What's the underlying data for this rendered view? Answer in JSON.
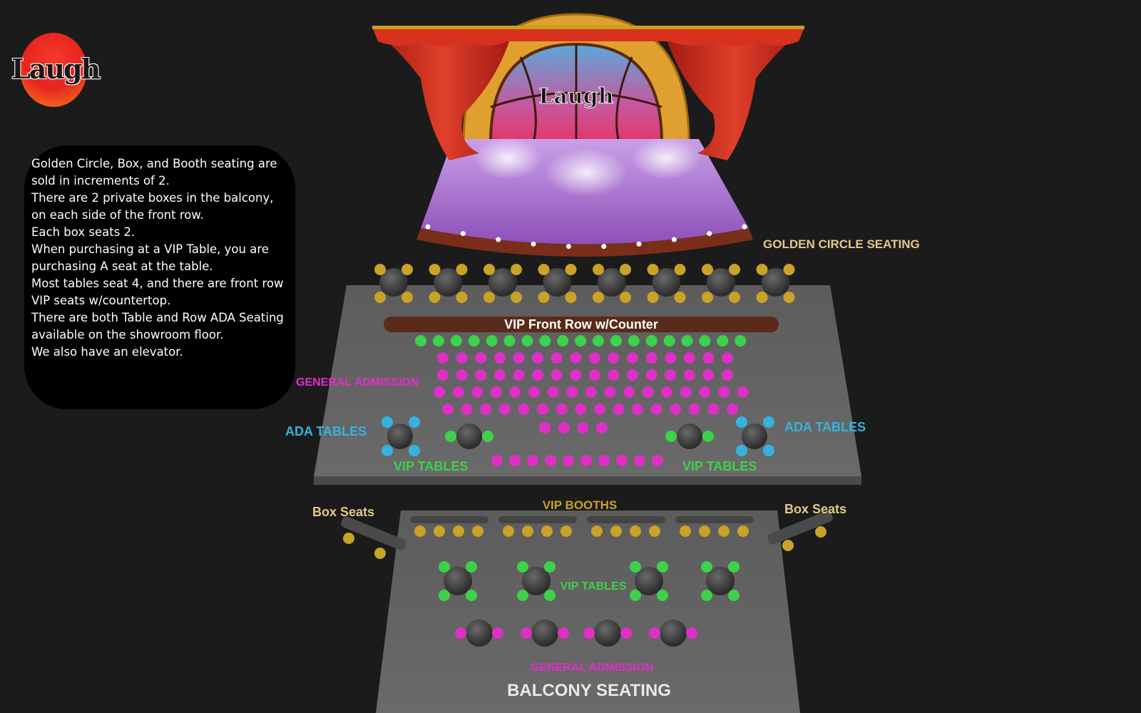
{
  "logo": {
    "text": "Laugh"
  },
  "stage_logo": {
    "text": "Laugh"
  },
  "info": {
    "lines": [
      " Golden Circle, Box, and Booth seating are sold in increments of 2.",
      "There are 2 private boxes in the balcony, on each side of the front row.",
      "Each box seats 2.",
      "When purchasing at a VIP Table, you are purchasing A seat at the table.",
      "Most tables seat 4, and there are front row VIP seats w/countertop.",
      "There are both Table and Row ADA Seating available on the showroom floor.",
      "We also have an elevator."
    ]
  },
  "labels": {
    "golden_circle": "GOLDEN CIRCLE SEATING",
    "vip_front_row": "VIP Front Row w/Counter",
    "general_admission": "GENERAL ADMISSION",
    "ada_tables_left": "ADA TABLES",
    "ada_tables_right": "ADA TABLES",
    "vip_tables_left": "VIP TABLES",
    "vip_tables_right": "VIP TABLES",
    "box_seats_left": "Box Seats",
    "box_seats_right": "Box Seats",
    "vip_booths": "VIP BOOTHS",
    "balcony_vip_tables": "VIP TABLES",
    "balcony_general_admission": "GENERAL ADMISSION",
    "balcony_seating": "BALCONY SEATING"
  },
  "colors": {
    "background": "#1b1b1b",
    "floor": "#606060",
    "golden": "#c9a227",
    "vip_green": "#3ed14a",
    "general_magenta": "#e02fc9",
    "ada_blue": "#35b3e0",
    "curtain_red": "#c8281e",
    "stage_purple": "#b070d0",
    "counter_brown": "#5a2a1a",
    "label_gold": "#e3c98a",
    "balcony_text": "#e8e8e8"
  },
  "seating": {
    "golden_tables": 8,
    "golden_seats_per_table": 4,
    "front_row_seats": 19,
    "general_rows": [
      16,
      16,
      17,
      16,
      4
    ],
    "general_front_row": 10,
    "vip_tables_floor": 2,
    "ada_tables": 2,
    "booths": 4,
    "booth_seats": 4,
    "balcony_vip_tables": 4,
    "balcony_general_tables": 4
  }
}
